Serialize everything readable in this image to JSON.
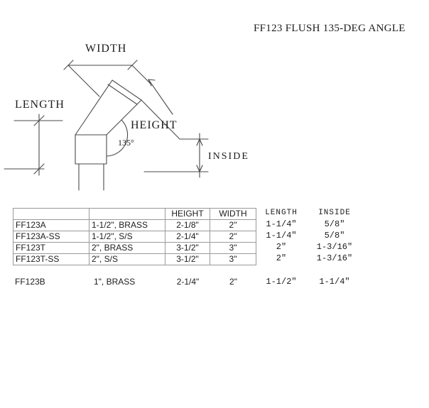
{
  "title": "FF123 FLUSH 135-DEG ANGLE",
  "diagram": {
    "labels": {
      "width": "WIDTH",
      "length": "LENGTH",
      "height": "HEIGHT",
      "angle": "135°",
      "inside": "INSIDE"
    }
  },
  "table": {
    "headers": [
      "",
      "",
      "HEIGHT",
      "WIDTH",
      "LENGTH",
      "INSIDE"
    ],
    "rows": [
      [
        "FF123A",
        "1-1/2\", BRASS",
        "2-1/8\"",
        "2\"",
        "1-1/4\"",
        "5/8\""
      ],
      [
        "FF123A-SS",
        "1-1/2\", S/S",
        "2-1/4\"",
        "2\"",
        "1-1/4\"",
        "5/8\""
      ],
      [
        "FF123T",
        "2\", BRASS",
        "3-1/2\"",
        "3\"",
        "2\"",
        "1-3/16\""
      ],
      [
        "FF123T-SS",
        "2\", S/S",
        "3-1/2\"",
        "3\"",
        "2\"",
        "1-3/16\""
      ]
    ],
    "extra_row": [
      "FF123B",
      "1\", BRASS",
      "2-1/4\"",
      "2\"",
      "1-1/2\"",
      "1-1/4\""
    ]
  }
}
